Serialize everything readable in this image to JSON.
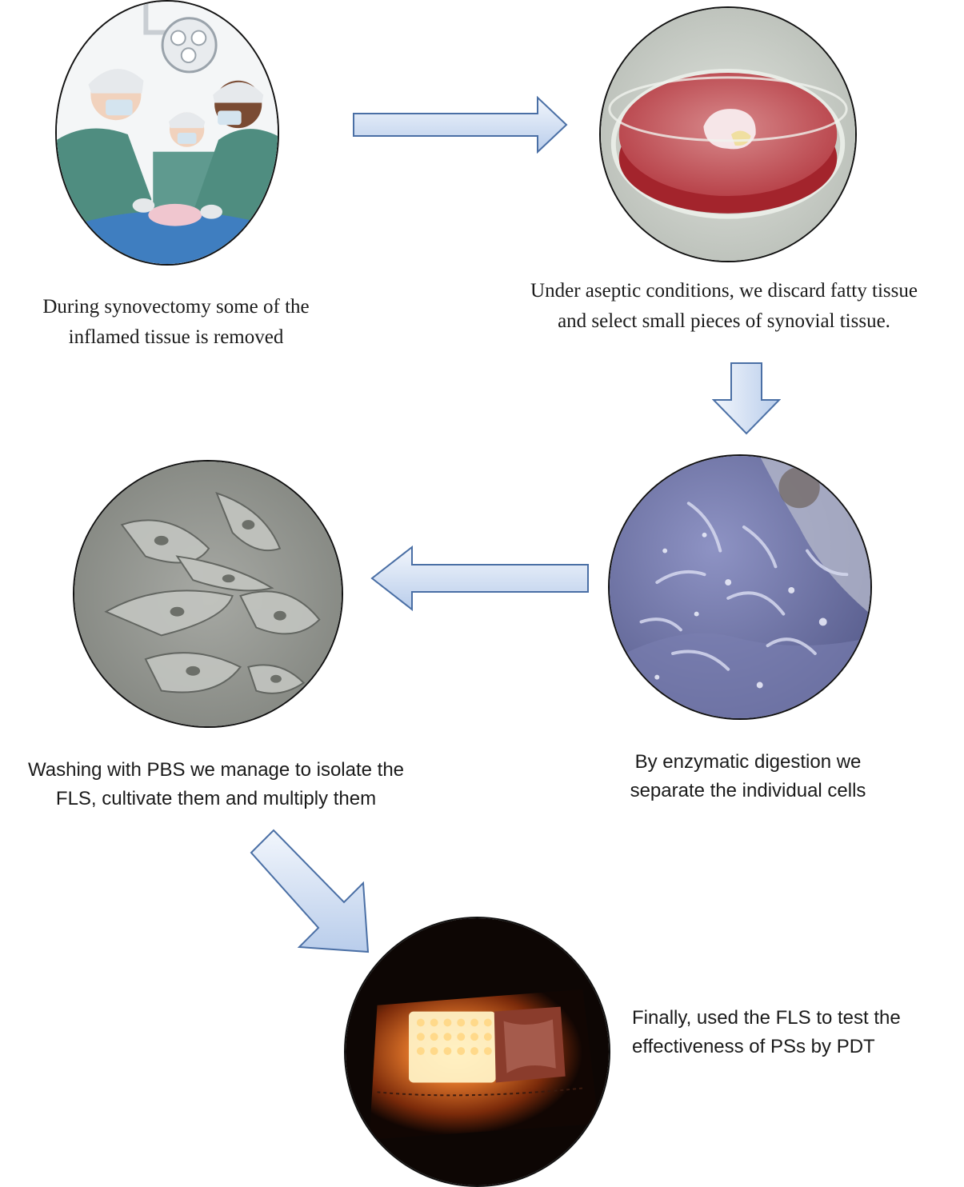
{
  "steps": [
    {
      "id": "surgery",
      "icon": "surgery-team-illustration",
      "lines": [
        "During synovectomy some of the",
        "inflamed tissue is removed"
      ]
    },
    {
      "id": "petri",
      "icon": "petri-dish-photo",
      "lines": [
        "Under aseptic conditions, we discard fatty tissue",
        "and select small pieces of synovial tissue."
      ]
    },
    {
      "id": "digestion",
      "icon": "microscope-digestion-photo",
      "lines": [
        "By enzymatic digestion we",
        "separate the individual cells"
      ]
    },
    {
      "id": "culture",
      "icon": "fls-culture-photo",
      "lines": [
        "Washing with PBS we manage to isolate the",
        "FLS, cultivate them and multiply them"
      ]
    },
    {
      "id": "pdt",
      "icon": "pdt-light-plate-photo",
      "lines": [
        "Finally, used the FLS to test the",
        "effectiveness of PSs by PDT"
      ]
    }
  ],
  "colors": {
    "arrow_fill_light": "#eaf1fb",
    "arrow_fill_dark": "#b9cdeb",
    "arrow_stroke": "#4a6fa5",
    "circle_border": "#111111"
  }
}
